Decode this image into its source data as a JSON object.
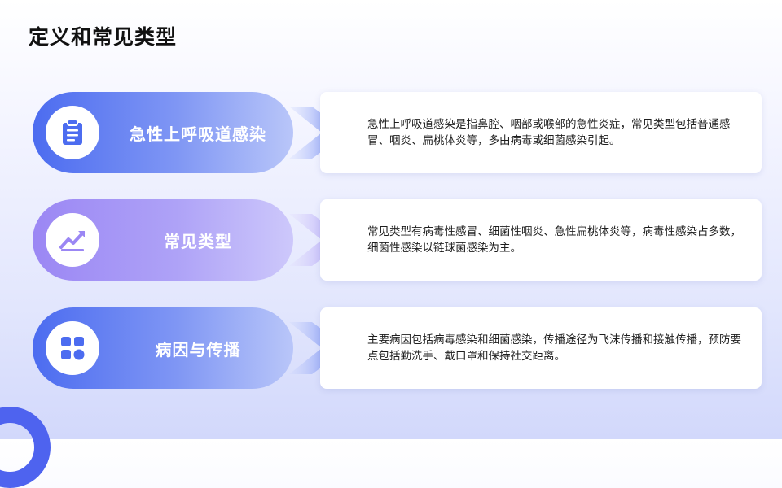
{
  "page": {
    "title": "定义和常见类型"
  },
  "items": [
    {
      "label": "急性上呼吸道感染",
      "icon": "clipboard-icon",
      "description": "急性上呼吸道感染是指鼻腔、咽部或喉部的急性炎症，常见类型包括普通感冒、咽炎、扁桃体炎等，多由病毒或细菌感染引起。"
    },
    {
      "label": "常见类型",
      "icon": "trend-chart-icon",
      "description": "常见类型有病毒性感冒、细菌性咽炎、急性扁桃体炎等，病毒性感染占多数，细菌性感染以链球菌感染为主。"
    },
    {
      "label": "病因与传播",
      "icon": "grid-apps-icon",
      "description": "主要病因包括病毒感染和细菌感染，传播途径为飞沫传播和接触传播，预防要点包括勤洗手、戴口罩和保持社交距离。"
    }
  ],
  "colors": {
    "primary_blue": "#4c6cf0",
    "secondary_purple": "#9b87f4",
    "text": "#1e1e1e"
  }
}
